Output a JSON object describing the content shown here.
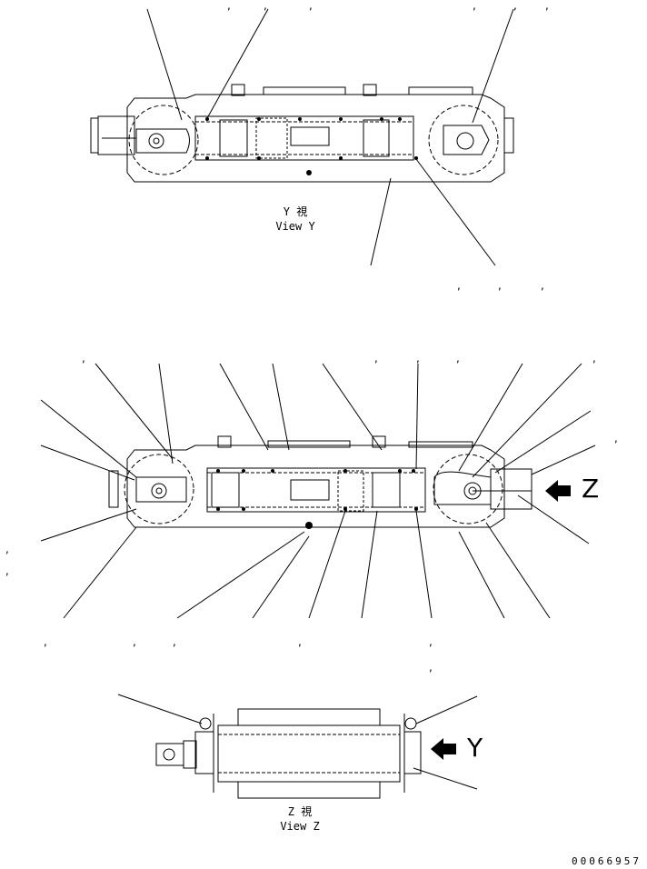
{
  "views": {
    "view_y": {
      "jp": "Y 視",
      "en": "View Y"
    },
    "main": {
      "arrow_label": "Z"
    },
    "view_z": {
      "jp": "Z 視",
      "en": "View Z",
      "arrow_label": "Y"
    }
  },
  "callout_mark": ",",
  "document_number": "00066957"
}
